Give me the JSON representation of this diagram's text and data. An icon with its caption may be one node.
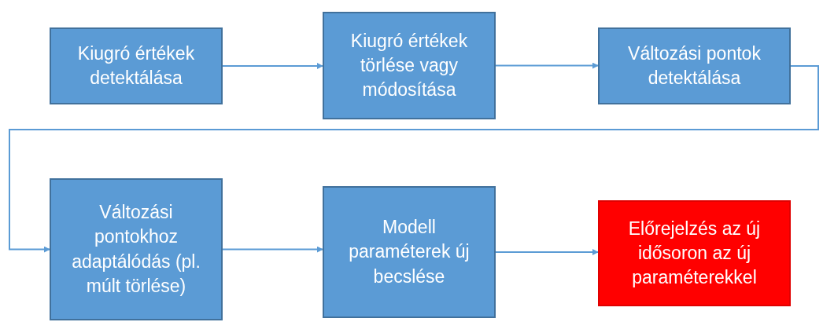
{
  "diagram": {
    "nodes": [
      {
        "text": [
          "Kiugró értékek detektálása"
        ]
      },
      {
        "text": [
          "Kiugró értékek törlése vagy módosítása"
        ]
      },
      {
        "text": [
          "Változási pontok detektálása"
        ]
      },
      {
        "text": [
          "Változási pontokhoz adaptálódás (pl. múlt törlése)"
        ]
      },
      {
        "text": [
          "Modell paraméterek új becslése"
        ]
      },
      {
        "text": [
          "Előrejelzés az új idősoron az új paraméterekkel"
        ]
      }
    ],
    "edges": [
      {
        "from": 0,
        "to": 1,
        "arrow": "to"
      },
      {
        "from": 1,
        "to": 2,
        "arrow": "to"
      },
      {
        "from": 2,
        "to": 3,
        "arrow": "to"
      },
      {
        "from": 3,
        "to": 4,
        "arrow": "to"
      },
      {
        "from": 4,
        "to": 5,
        "arrow": "to"
      }
    ]
  }
}
